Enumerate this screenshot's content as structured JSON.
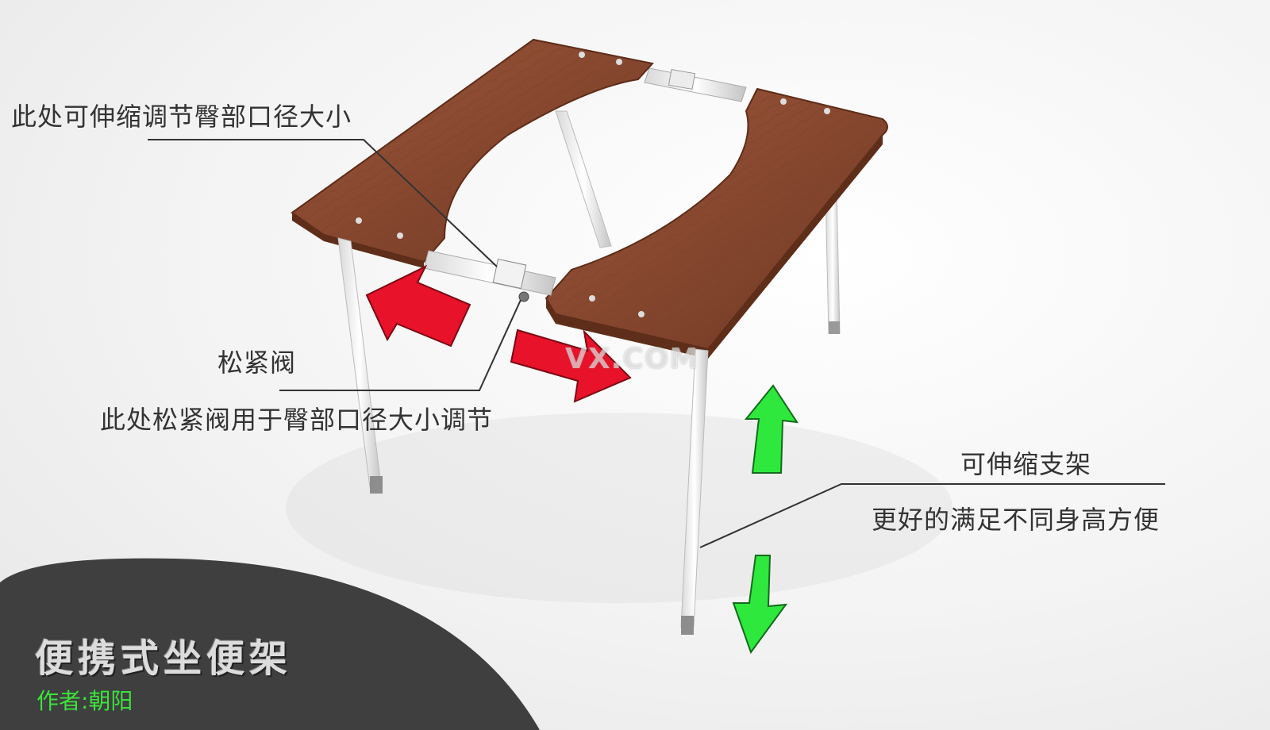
{
  "annotations": {
    "hip_adjust": "此处可伸缩调节臀部口径大小",
    "valve_name": "松紧阀",
    "valve_desc": "此处松紧阀用于臀部口径大小调节",
    "bracket_name": "可伸缩支架",
    "bracket_desc": "更好的满足不同身高方便"
  },
  "watermark": "VX.COM",
  "title": "便携式坐便架",
  "author": "作者:朝阳",
  "colors": {
    "wood": "#8a4b32",
    "red_arrow": "#e8122a",
    "green_arrow": "#2ee83e",
    "corner_panel": "#3f3f3f",
    "author_text": "#3ce23c"
  }
}
